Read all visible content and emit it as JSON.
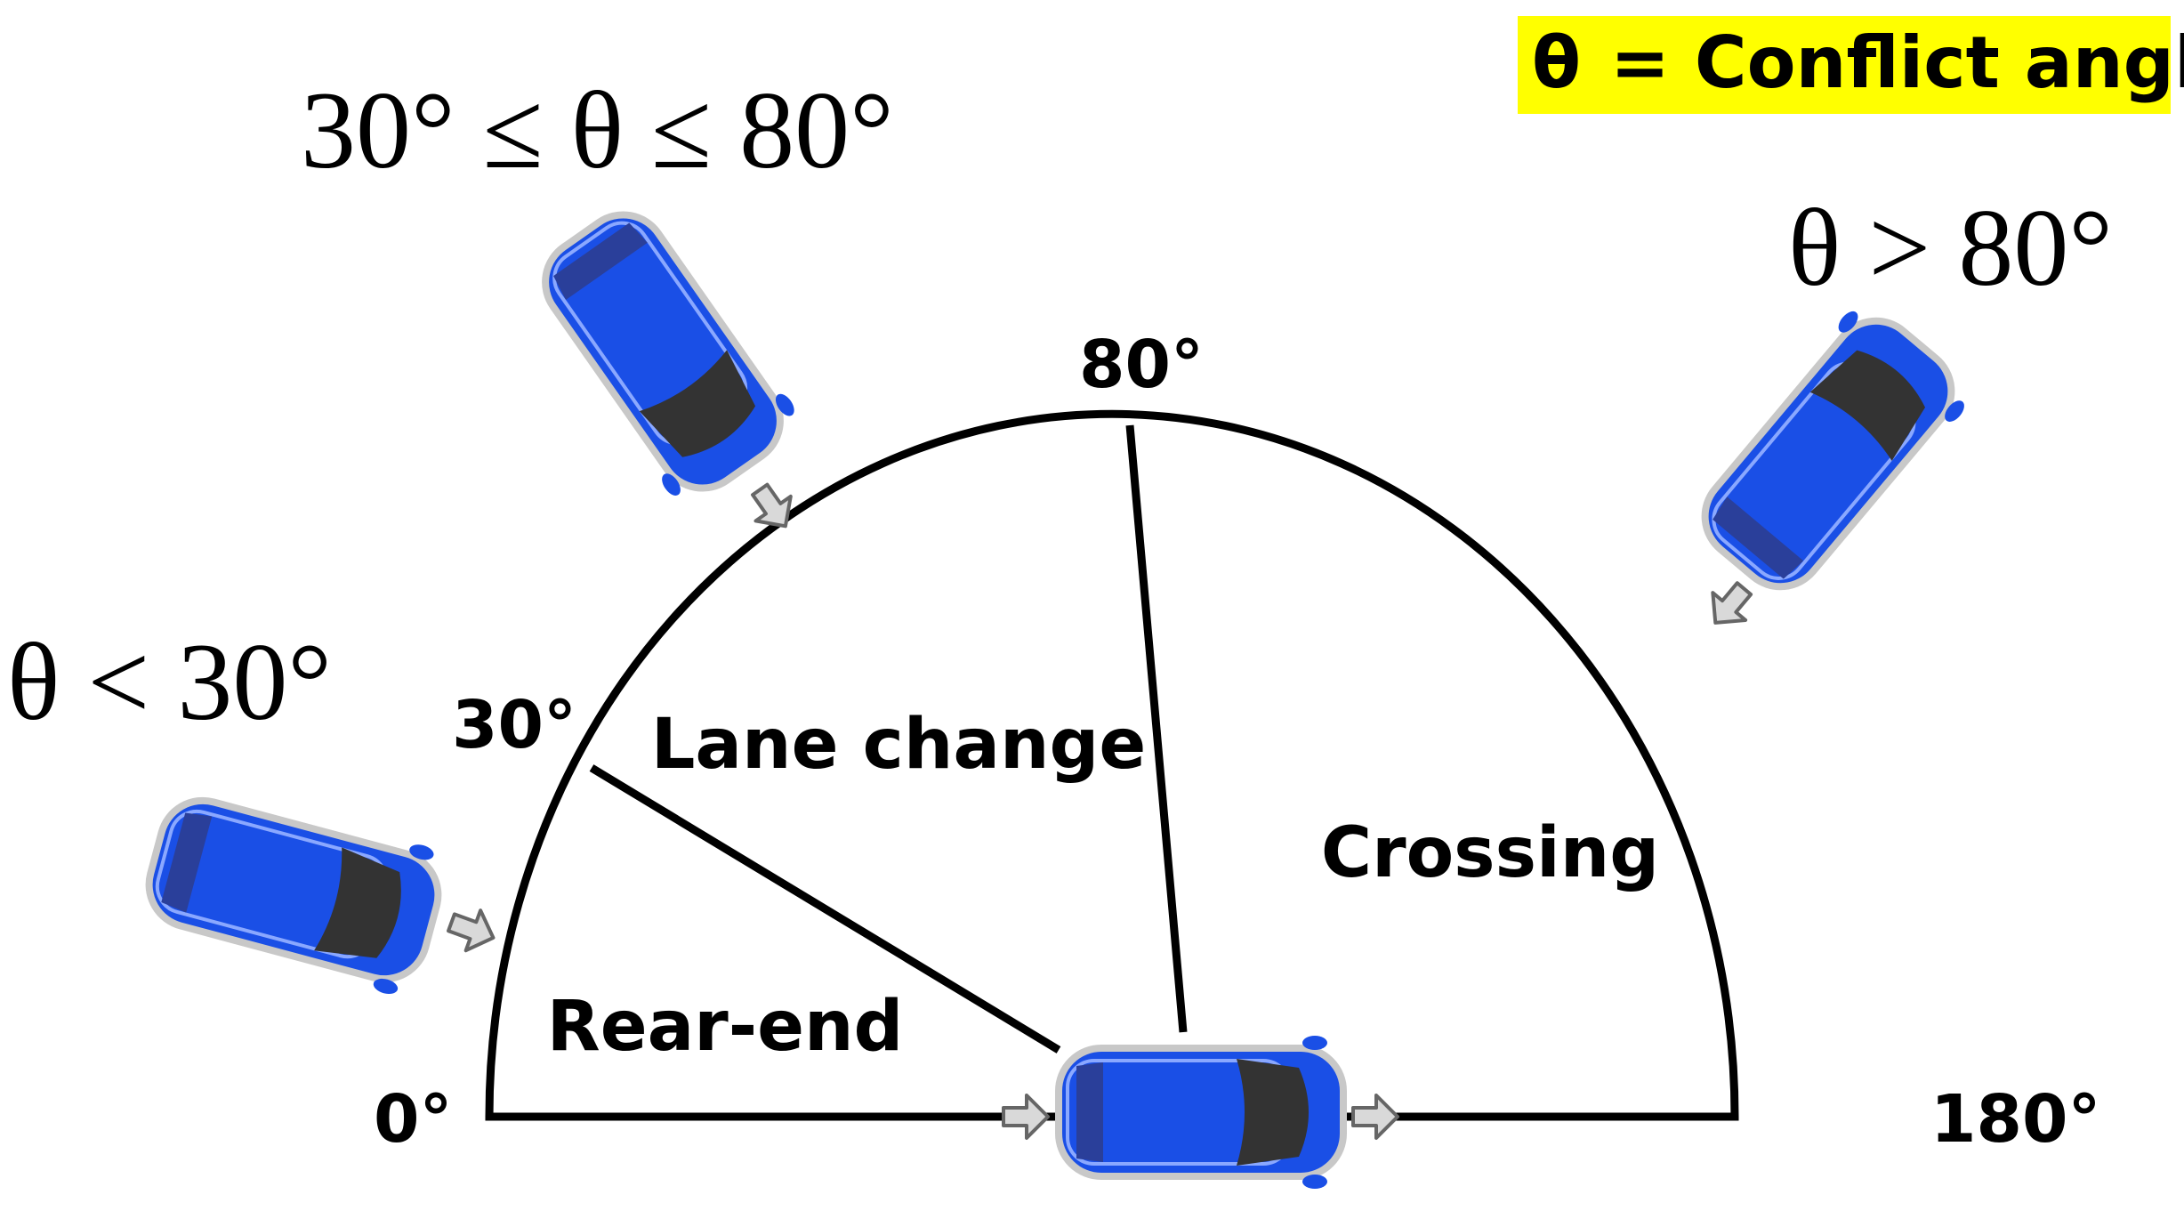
{
  "legend": {
    "symbol": "θ",
    "text": "= Conflict angle",
    "highlight_color": "#ffff00"
  },
  "angle_labels": {
    "a0": "0°",
    "a30": "30°",
    "a80": "80°",
    "a180": "180°"
  },
  "regions": {
    "rear_end": "Rear-end",
    "lane_change": "Lane change",
    "crossing": "Crossing"
  },
  "conditions": {
    "below_30": "θ < 30°",
    "between_30_80": "30° ≤ θ ≤ 80°",
    "above_80": "θ > 80°"
  },
  "colors": {
    "car_body": "#1a4fe6",
    "car_window": "#333333",
    "arrow_fill": "#d9d9d9",
    "arrow_stroke": "#666666",
    "outline": "#000000"
  },
  "icons": [
    "car-icon",
    "arrow-icon"
  ]
}
